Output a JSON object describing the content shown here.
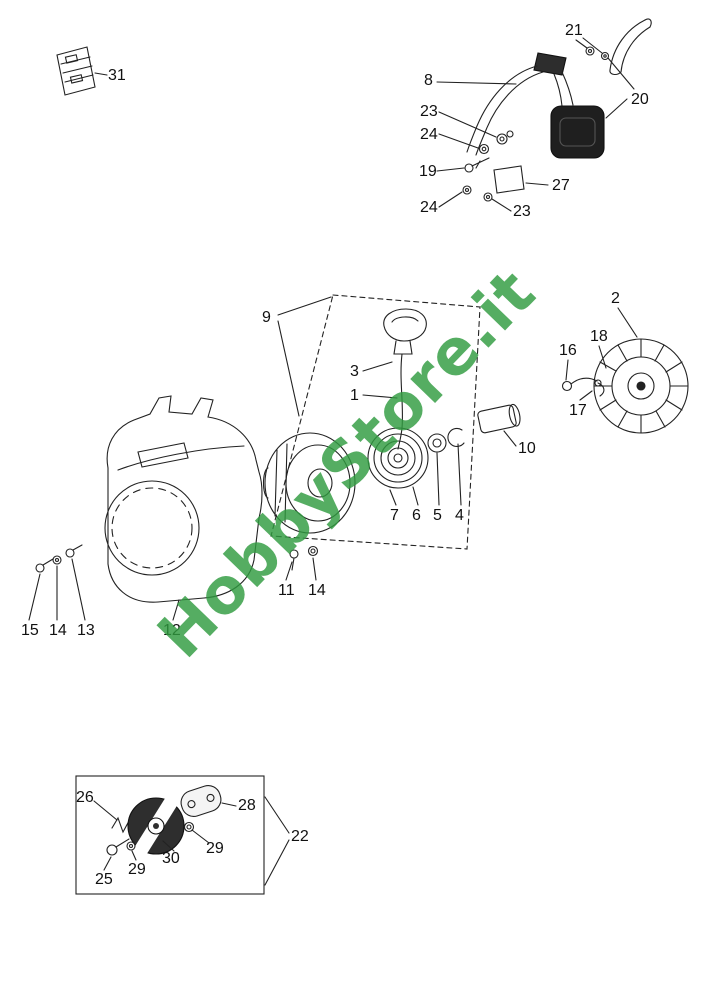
{
  "page": {
    "background": "#ffffff"
  },
  "watermark": {
    "text": "HobbyStore.it",
    "color_hex": "#2f9b3f"
  },
  "diagram": {
    "type": "exploded-parts-diagram",
    "part_labels": [
      {
        "ref": "31"
      },
      {
        "ref": "21"
      },
      {
        "ref": "8"
      },
      {
        "ref": "20"
      },
      {
        "ref": "23"
      },
      {
        "ref": "24"
      },
      {
        "ref": "19"
      },
      {
        "ref": "27"
      },
      {
        "ref": "24"
      },
      {
        "ref": "23"
      },
      {
        "ref": "2"
      },
      {
        "ref": "18"
      },
      {
        "ref": "16"
      },
      {
        "ref": "17"
      },
      {
        "ref": "9"
      },
      {
        "ref": "3"
      },
      {
        "ref": "1"
      },
      {
        "ref": "10"
      },
      {
        "ref": "7"
      },
      {
        "ref": "6"
      },
      {
        "ref": "5"
      },
      {
        "ref": "4"
      },
      {
        "ref": "12"
      },
      {
        "ref": "15"
      },
      {
        "ref": "14"
      },
      {
        "ref": "13"
      },
      {
        "ref": "11"
      },
      {
        "ref": "14"
      },
      {
        "ref": "26"
      },
      {
        "ref": "28"
      },
      {
        "ref": "29"
      },
      {
        "ref": "30"
      },
      {
        "ref": "29"
      },
      {
        "ref": "25"
      },
      {
        "ref": "22"
      }
    ]
  }
}
